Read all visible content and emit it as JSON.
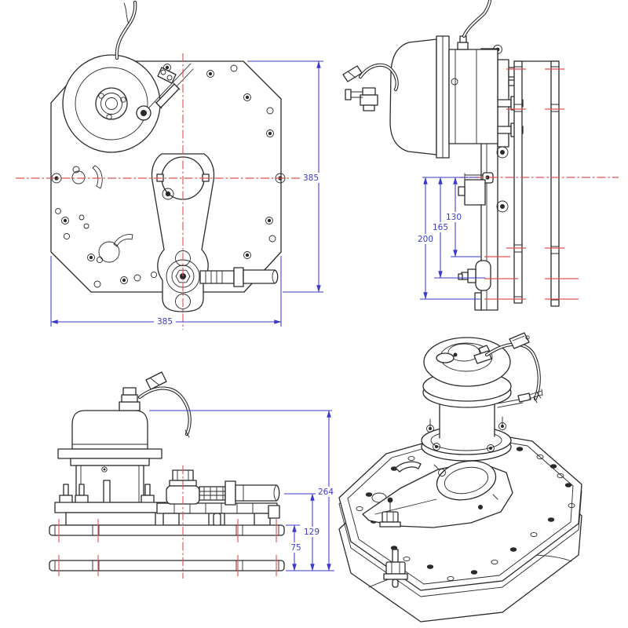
{
  "drawing": {
    "colors": {
      "dimension": "#3b3bcc",
      "centerline": "#e05555",
      "outline": "#2a2a2a",
      "background": "#ffffff"
    },
    "views": {
      "front": {
        "dims": {
          "height": "385",
          "width": "385"
        }
      },
      "side": {
        "dims": {
          "pivot_to_upper_hole": "130",
          "pivot_to_clevis": "165",
          "pivot_to_base": "200"
        }
      },
      "elevation": {
        "dims": {
          "overall_height": "264",
          "rod_axis_to_base": "129",
          "plate_stack": "75"
        }
      },
      "isometric": {}
    }
  }
}
